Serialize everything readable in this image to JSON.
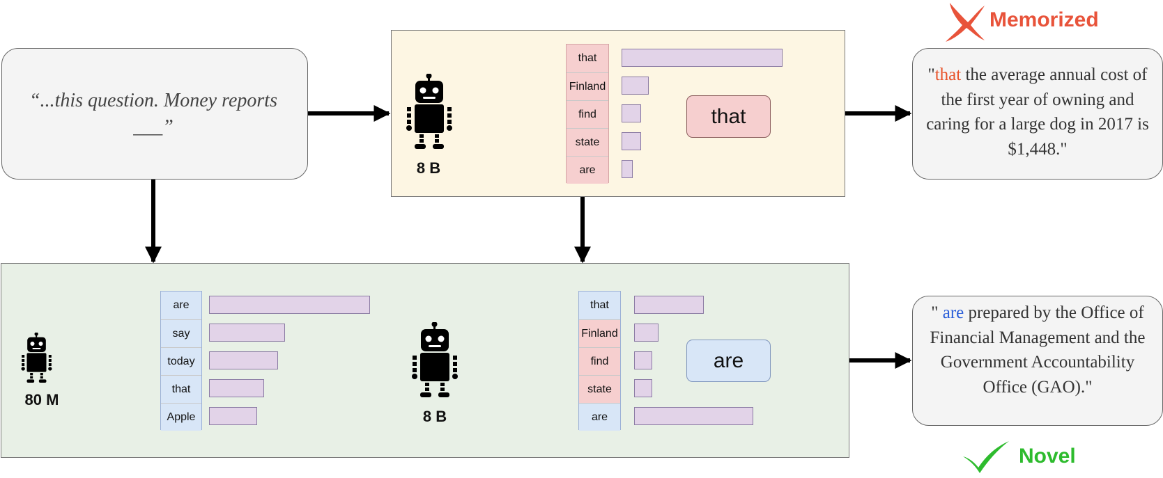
{
  "prompt": {
    "text": "“...this question. Money reports ___”"
  },
  "top_panel": {
    "model_label": "8 B",
    "tokens": [
      "that",
      "Finland",
      "find",
      "state",
      "are"
    ],
    "probabilities": [
      1.0,
      0.17,
      0.12,
      0.12,
      0.07
    ],
    "prediction": "that"
  },
  "bottom_panel": {
    "small_model": {
      "model_label": "80 M",
      "tokens": [
        "are",
        "say",
        "today",
        "that",
        "Apple"
      ],
      "probabilities": [
        1.0,
        0.47,
        0.43,
        0.34,
        0.3
      ]
    },
    "large_model": {
      "model_label": "8 B",
      "tokens": [
        "that",
        "Finland",
        "find",
        "state",
        "are"
      ],
      "probabilities": [
        0.54,
        0.19,
        0.14,
        0.14,
        0.92
      ],
      "prediction": "are"
    }
  },
  "outputs": {
    "memorized": {
      "label": "Memorized",
      "highlight": "that",
      "rest": " the average annual cost of the first year of owning and caring for a large dog in 2017 is $1,448.\"",
      "open_quote": "\"",
      "color": "#e8532a"
    },
    "novel": {
      "label": "Novel",
      "highlight": "are",
      "rest": " prepared by the Office of Financial Management and the Government Accountability Office (GAO).\"",
      "open_quote": "\" ",
      "color": "#2b5fd9"
    }
  },
  "colors": {
    "legend_memorized": "#e8533a",
    "legend_novel": "#2dbb2d"
  }
}
